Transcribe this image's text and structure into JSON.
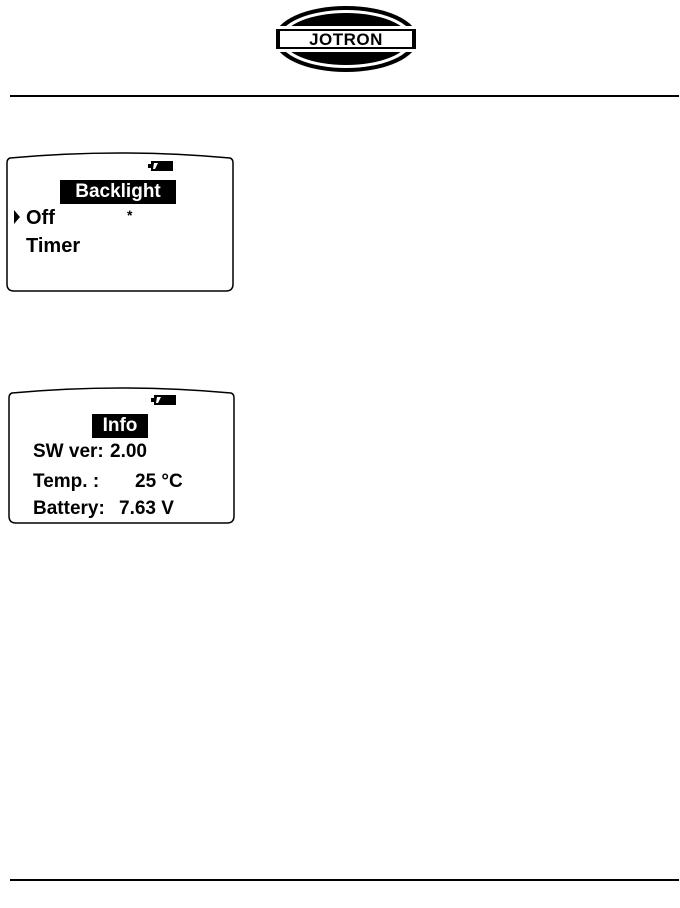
{
  "logo": {
    "text": "JOTRON"
  },
  "screen_backlight": {
    "title": "Backlight",
    "items": [
      {
        "label": "Off",
        "selected": true,
        "marker": "*"
      },
      {
        "label": "Timer",
        "selected": false,
        "marker": ""
      }
    ],
    "cursor_icon": "arrow-right-icon",
    "battery_icon": "battery-icon"
  },
  "screen_info": {
    "title": "Info",
    "rows": [
      {
        "label": "SW ver:",
        "value": "2.00"
      },
      {
        "label": "Temp. :",
        "value": "25 °C"
      },
      {
        "label": "Battery:",
        "value": "7.63 V"
      }
    ],
    "battery_icon": "battery-icon"
  }
}
